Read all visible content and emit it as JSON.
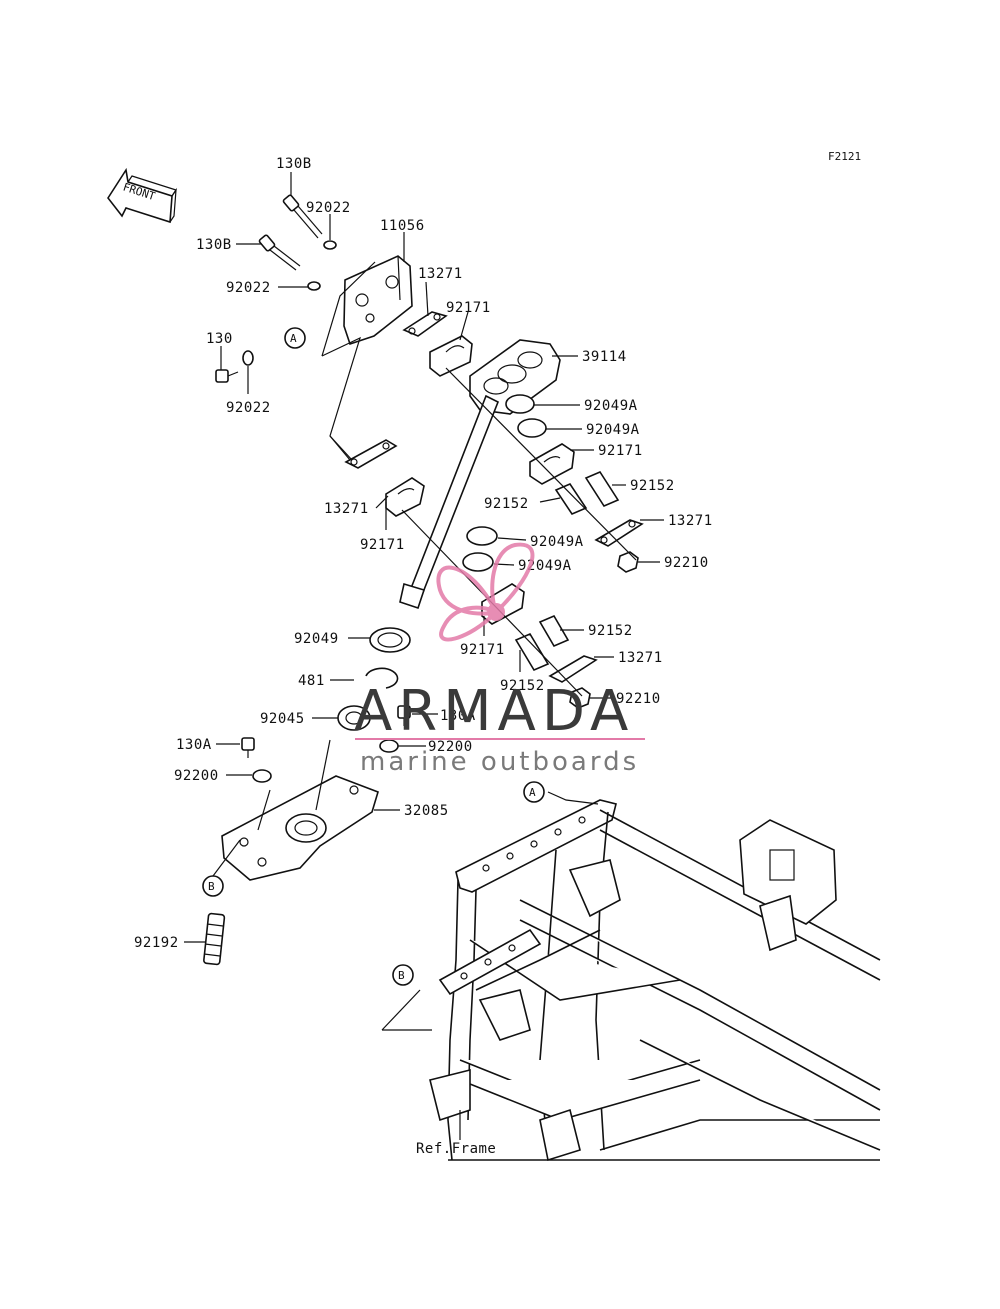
{
  "figure_code": "F2121",
  "front_label": "FRONT",
  "ref_frame_label": "Ref.Frame",
  "watermark": {
    "brand": "ARMADA",
    "tagline": "marine outboards",
    "accent_color": "#e37aa8"
  },
  "callouts": {
    "a1": "A",
    "a2": "A",
    "b1": "B",
    "b2": "B"
  },
  "part_labels": {
    "p130b_top": "130B",
    "p130b_mid": "130B",
    "p92022_top": "92022",
    "p11056": "11056",
    "p13271_top": "13271",
    "p92171_top": "92171",
    "p92022_mid": "92022",
    "p130": "130",
    "p92022_low": "92022",
    "p39114": "39114",
    "p92049a_1": "92049A",
    "p92049a_2": "92049A",
    "p92171_right": "92171",
    "p92152_r1": "92152",
    "p92152_l1": "92152",
    "p13271_right": "13271",
    "p13271_left": "13271",
    "p92171_left": "92171",
    "p92049a_3": "92049A",
    "p92049a_4": "92049A",
    "p92210_1": "92210",
    "p92049": "92049",
    "p92152_r2": "92152",
    "p92171_mid": "92171",
    "p13271_low": "13271",
    "p481": "481",
    "p92152_low": "92152",
    "p92210_2": "92210",
    "p92045": "92045",
    "p130a_right": "130A",
    "p130a_left": "130A",
    "p92200_right": "92200",
    "p92200_left": "92200",
    "p32085": "32085",
    "p92192": "92192"
  }
}
